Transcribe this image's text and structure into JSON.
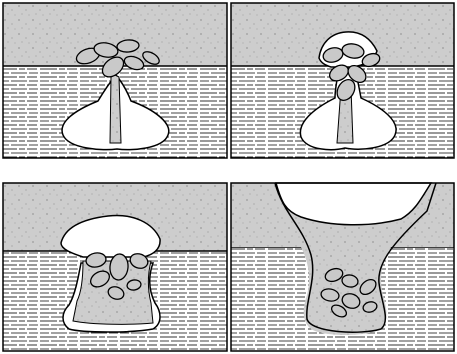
{
  "figure": {
    "layout": "2x2 grid",
    "panels": [
      {
        "id": "panel-1",
        "stage": 1
      },
      {
        "id": "panel-2",
        "stage": 2
      },
      {
        "id": "panel-3",
        "stage": 3
      },
      {
        "id": "panel-4",
        "stage": 4
      }
    ],
    "colors": {
      "sediment": "#cdcdcd",
      "bedrock": "#ffffff",
      "bedding_lines": "#222222",
      "void": "#ffffff",
      "outline": "#000000",
      "boulder_fill": "#c9c9c9"
    }
  }
}
